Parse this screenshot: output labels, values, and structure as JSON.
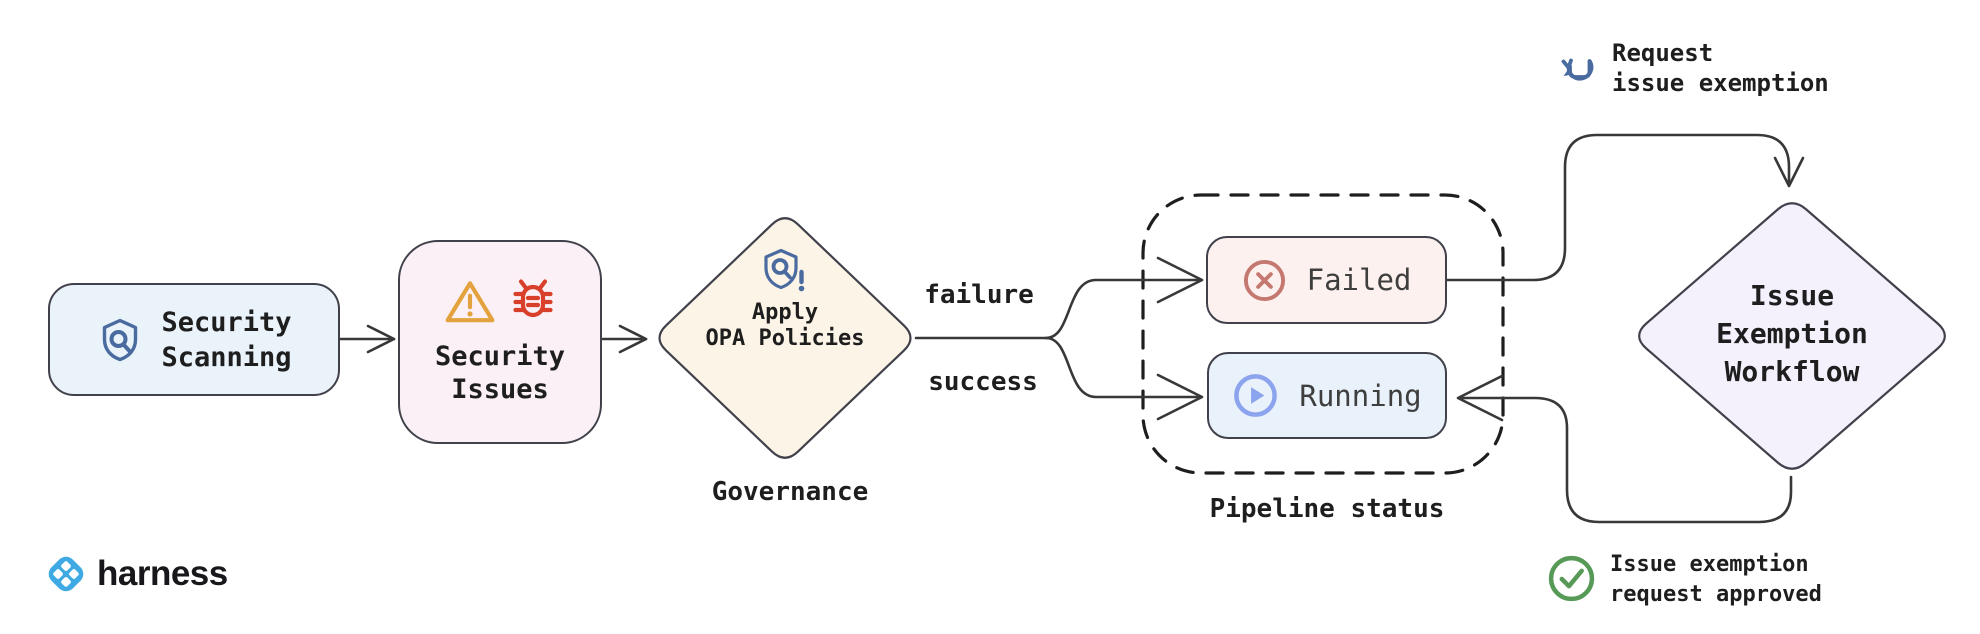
{
  "colors": {
    "canvas_bg": "#ffffff",
    "line": "#383838",
    "dash": "#1e1e1e",
    "text": "#1e1e1e",
    "status_text": "#3e3e3e",
    "node_border": "#41414b",
    "scanning_bg": "#eaf2fa",
    "issues_bg": "#fbf0f5",
    "opa_bg": "#fdf4e8",
    "exemption_bg": "#f4f1fd",
    "failed_bg": "#fcf1ef",
    "running_bg": "#e9f1fb",
    "failed_icon": "#c4786f",
    "running_icon": "#8ca3ee",
    "warning_icon": "#e3a23d",
    "bug_icon": "#d9402c",
    "shield_icon": "#4a6b9f",
    "request_icon": "#4a6b9f",
    "approved_icon": "#579a57",
    "harness_blue": "#3fa9e4"
  },
  "nodes": {
    "security_scanning": {
      "lines": [
        "Security",
        "Scanning"
      ],
      "icon": "shield-search-icon"
    },
    "security_issues": {
      "lines": [
        "Security",
        "Issues"
      ],
      "icons": [
        "warning-triangle-icon",
        "bug-icon"
      ]
    },
    "apply_opa": {
      "lines": [
        "Apply",
        "OPA Policies"
      ],
      "caption": "Governance",
      "icon": "shield-alert-icon"
    },
    "failed": {
      "label": "Failed",
      "icon": "x-circle-icon"
    },
    "running": {
      "label": "Running",
      "icon": "play-circle-icon"
    },
    "pipeline_status": {
      "caption": "Pipeline status"
    },
    "issue_exemption": {
      "lines": [
        "Issue",
        "Exemption",
        "Workflow"
      ]
    }
  },
  "edges": {
    "failure_label": "failure",
    "success_label": "success"
  },
  "annotations": {
    "request": {
      "lines": [
        "Request",
        "issue exemption"
      ],
      "icon": "tap-rotate-icon"
    },
    "approved": {
      "lines": [
        "Issue exemption",
        "request approved"
      ],
      "icon": "check-circle-icon"
    }
  },
  "footer": {
    "brand": "harness"
  }
}
